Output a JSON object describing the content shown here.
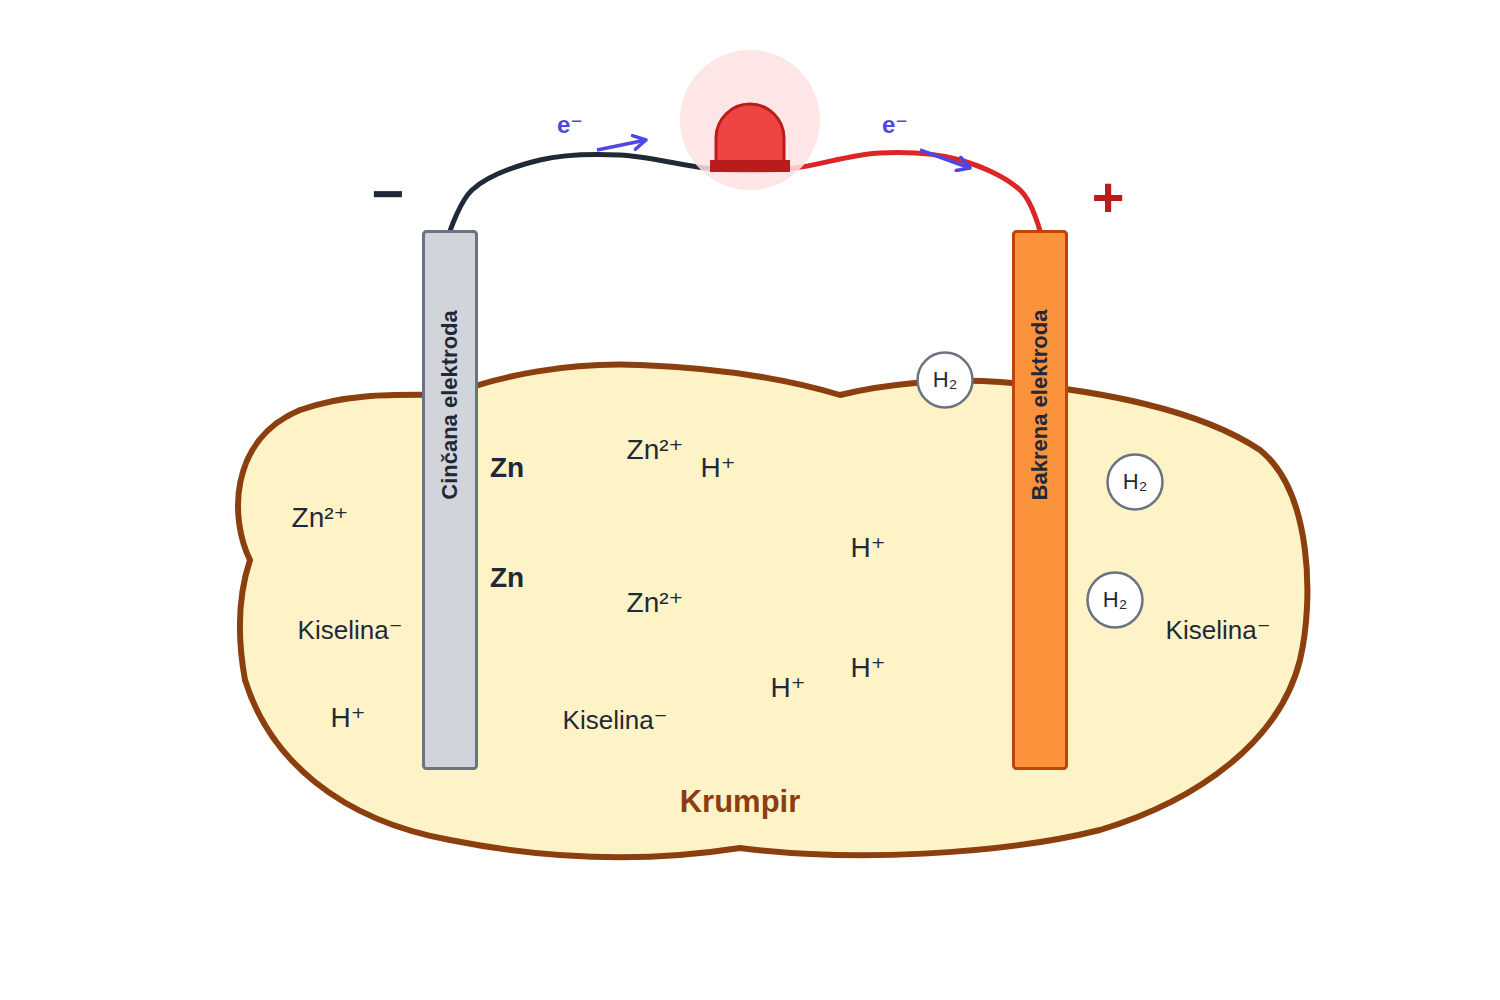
{
  "diagram": {
    "nodes": [
      {
        "text": [
          "Cinčana elektroda"
        ]
      },
      {
        "text": [
          "Bakrena elektroda"
        ]
      },
      {
        "text": [
          "Krumpir"
        ]
      },
      {
        "text": [
          "H₂"
        ],
        "in": 2
      },
      {
        "text": [
          "H₂"
        ],
        "in": 2
      },
      {
        "text": [
          "H₂"
        ],
        "in": 2
      }
    ],
    "edges": [
      {
        "from": 0,
        "to": 1,
        "arrow": "none"
      }
    ],
    "labels": [
      "e⁻",
      "e⁻",
      "−",
      "+",
      "Zn",
      "Zn²⁺",
      "H⁺",
      "Zn²⁺",
      "Zn",
      "H⁺",
      "Zn²⁺",
      "Kiselina⁻",
      "Kiselina⁻",
      "H⁺",
      "H⁺",
      "H⁺",
      "Kiselina⁻"
    ]
  }
}
